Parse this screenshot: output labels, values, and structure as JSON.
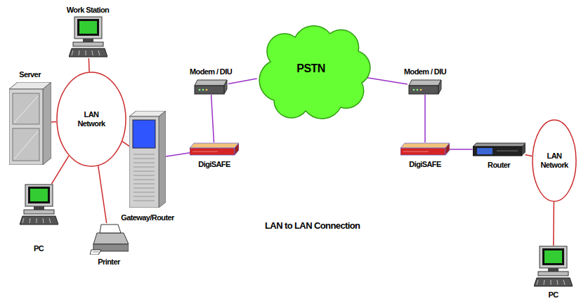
{
  "diagram": {
    "title": "LAN to LAN Connection",
    "nodes": [
      {
        "text": [
          "Work Station"
        ]
      },
      {
        "text": [
          "Server"
        ]
      },
      {
        "text": [
          "LAN Network"
        ]
      },
      {
        "text": [
          "PC"
        ]
      },
      {
        "text": [
          "Printer"
        ]
      },
      {
        "text": [
          "Gateway/Router"
        ]
      },
      {
        "text": [
          "Modem / DIU"
        ]
      },
      {
        "text": [
          "DigiSAFE"
        ]
      },
      {
        "text": [
          "PSTN"
        ]
      },
      {
        "text": [
          "Modem / DIU"
        ]
      },
      {
        "text": [
          "DigiSAFE"
        ]
      },
      {
        "text": [
          "Router"
        ]
      },
      {
        "text": [
          "LAN Network"
        ]
      },
      {
        "text": [
          "PC"
        ]
      }
    ],
    "edges": [
      {
        "from": 0,
        "to": 2,
        "arrow": "none"
      },
      {
        "from": 1,
        "to": 2,
        "arrow": "none"
      },
      {
        "from": 3,
        "to": 2,
        "arrow": "none"
      },
      {
        "from": 4,
        "to": 2,
        "arrow": "none"
      },
      {
        "from": 5,
        "to": 2,
        "arrow": "none"
      },
      {
        "from": 5,
        "to": 7,
        "arrow": "none"
      },
      {
        "from": 7,
        "to": 6,
        "arrow": "none"
      },
      {
        "from": 6,
        "to": 8,
        "arrow": "none"
      },
      {
        "from": 8,
        "to": 9,
        "arrow": "none"
      },
      {
        "from": 9,
        "to": 10,
        "arrow": "none"
      },
      {
        "from": 10,
        "to": 11,
        "arrow": "none"
      },
      {
        "from": 11,
        "to": 12,
        "arrow": "none"
      },
      {
        "from": 12,
        "to": 13,
        "arrow": "none"
      }
    ]
  }
}
